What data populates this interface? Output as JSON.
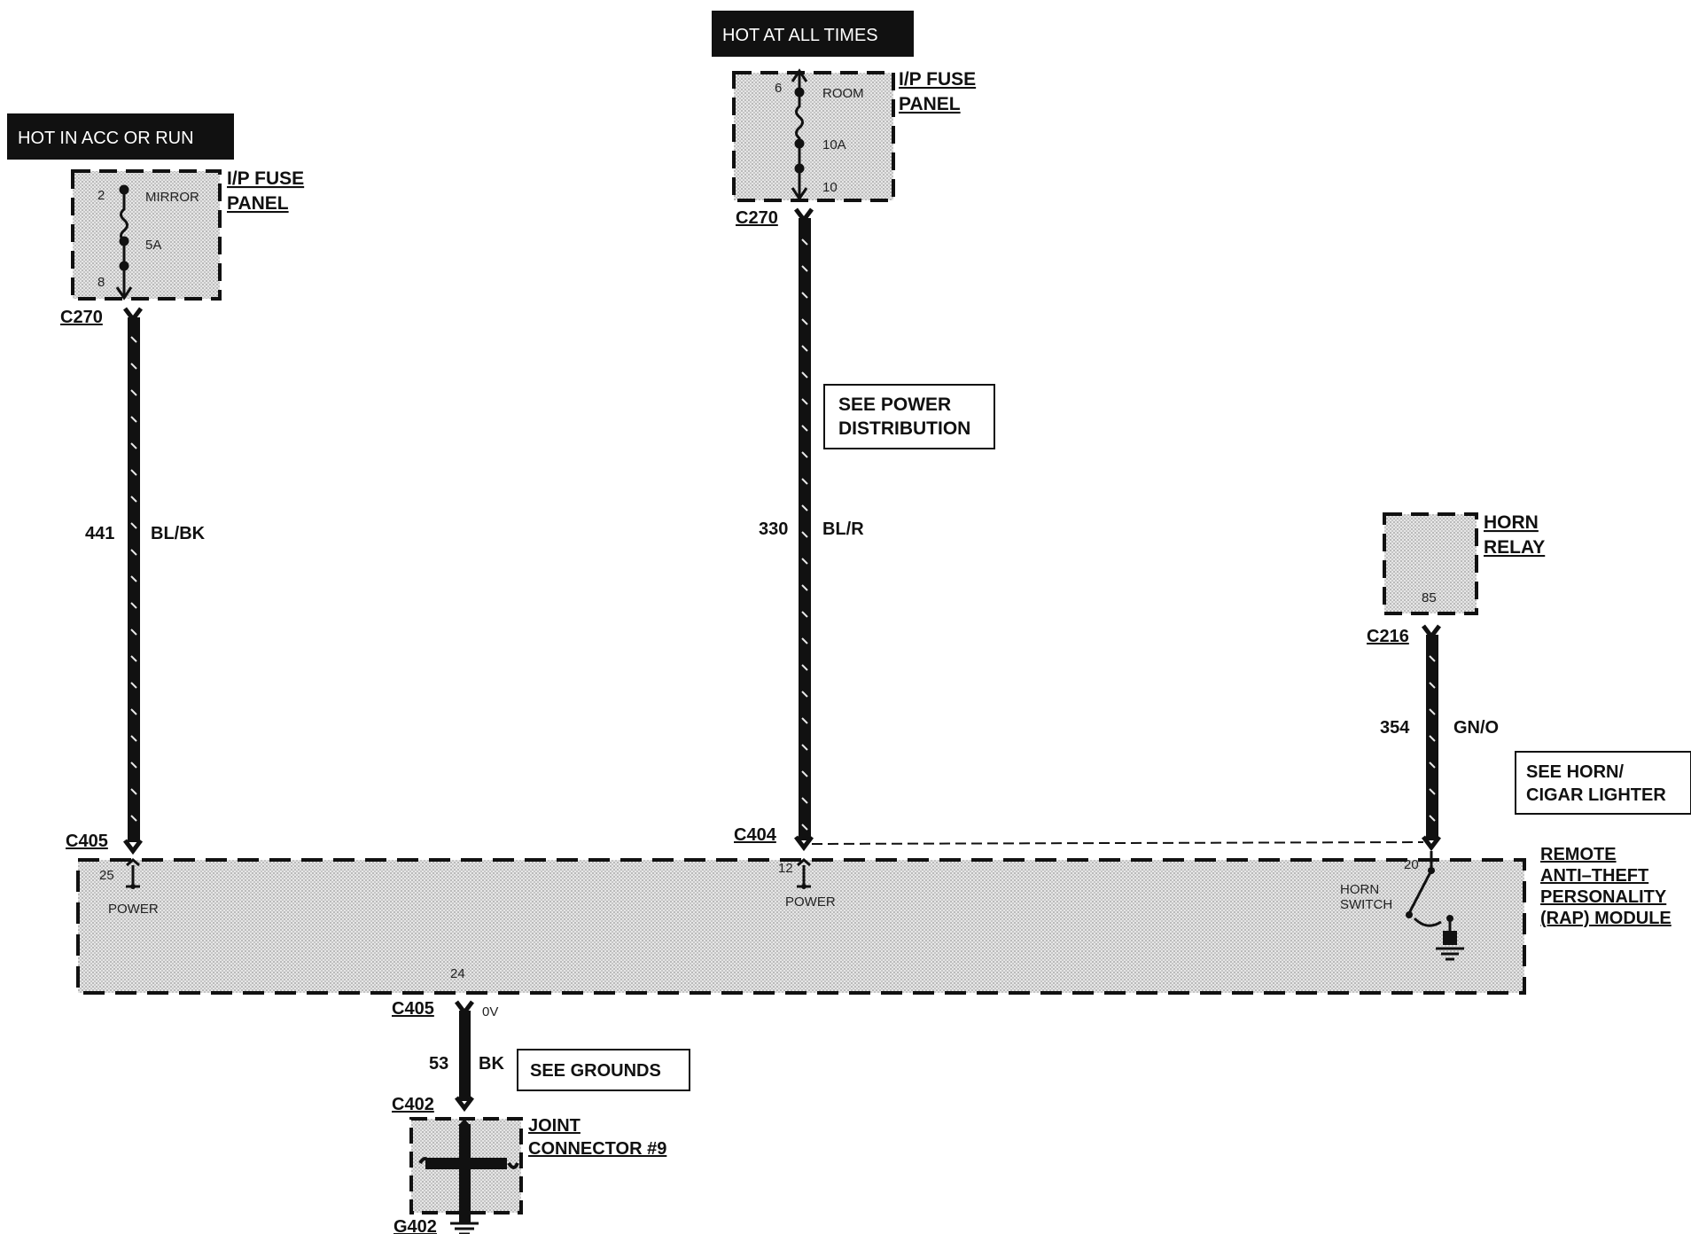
{
  "power_sources": {
    "left": {
      "banner": "HOT IN ACC OR RUN",
      "fuse_panel": [
        "I/P FUSE",
        "PANEL"
      ],
      "pin_top": "2",
      "fuse_name": "MIRROR",
      "rating": "5A",
      "pin_bottom": "8",
      "connector": "C270"
    },
    "center": {
      "banner": "HOT AT ALL TIMES",
      "fuse_panel": [
        "I/P FUSE",
        "PANEL"
      ],
      "pin_top": "6",
      "fuse_name": "ROOM",
      "rating": "10A",
      "pin_bottom": "10",
      "connector": "C270"
    }
  },
  "wires": {
    "left": {
      "circuit": "441",
      "color": "BL/BK"
    },
    "center": {
      "circuit": "330",
      "color": "BL/R"
    },
    "right": {
      "circuit": "354",
      "color": "GN/O"
    },
    "ground": {
      "circuit": "53",
      "color": "BK",
      "voltage": "0V"
    }
  },
  "references": {
    "power_distribution": [
      "SEE POWER",
      "DISTRIBUTION"
    ],
    "horn": [
      "SEE HORN/",
      "CIGAR LIGHTER"
    ],
    "grounds": "SEE GROUNDS"
  },
  "horn_relay": {
    "label": [
      "HORN",
      "RELAY"
    ],
    "pin": "85",
    "connector": "C216"
  },
  "module": {
    "label": [
      "REMOTE",
      "ANTI–THEFT",
      "PERSONALITY",
      "(RAP) MODULE"
    ],
    "pins": {
      "left": {
        "connector": "C405",
        "pin": "25",
        "function": "POWER"
      },
      "center": {
        "connector": "C404",
        "pin": "12",
        "function": "POWER"
      },
      "right": {
        "pin": "20",
        "function": [
          "HORN",
          "SWITCH"
        ]
      },
      "bottom": {
        "pin": "24",
        "connector": "C405"
      }
    }
  },
  "joint_connector": {
    "connector": "C402",
    "label": [
      "JOINT",
      "CONNECTOR #9"
    ],
    "ground": "G402"
  },
  "colors": {
    "ink": "#111111",
    "shade": "#d9d9d9"
  }
}
